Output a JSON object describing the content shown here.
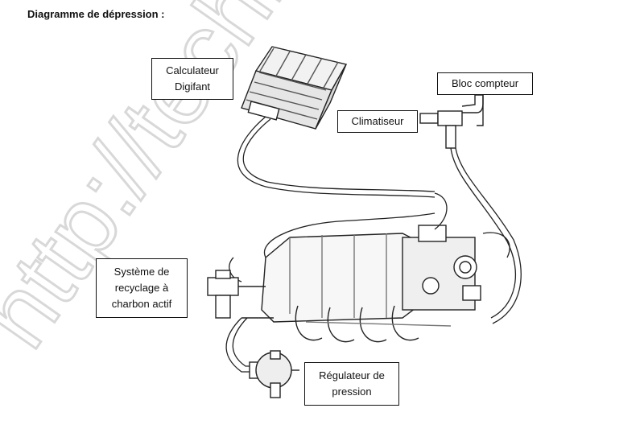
{
  "title": "Diagramme de dépression :",
  "labels": {
    "calculateur": [
      "Calculateur",
      "Digifant"
    ],
    "bloc_compteur": [
      "Bloc compteur"
    ],
    "climatiseur": [
      "Climatiseur"
    ],
    "systeme": [
      "Système de",
      "recyclage à",
      "charbon actif"
    ],
    "regulateur": [
      "Régulateur de",
      "pression"
    ]
  },
  "watermark": "http://techniq"
}
